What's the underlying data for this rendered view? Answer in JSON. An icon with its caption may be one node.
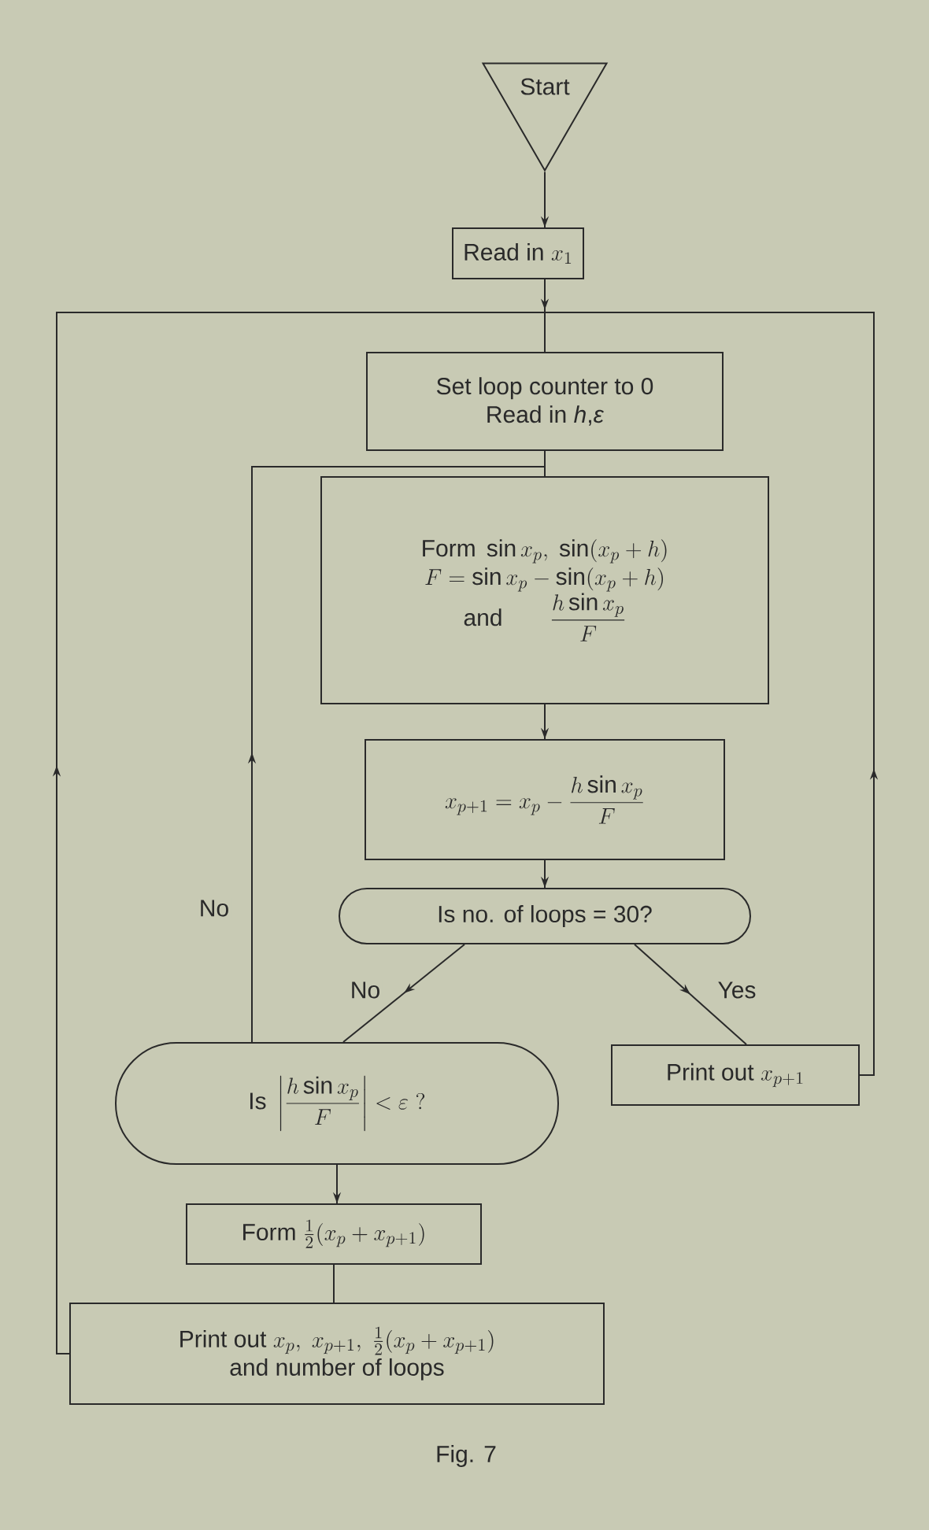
{
  "diagram": {
    "caption": "Fig. 7",
    "nodes": [
      {
        "text": [
          "Start"
        ]
      },
      {
        "text": [
          "\\text{Read in }x_1"
        ]
      },
      {
        "text": [
          "Set loop counter to 0",
          "Read in *h*,*ε*"
        ]
      },
      {
        "text": [
          "\\text{Form }\\sin x_p,\\ \\sin(x_p+h)",
          "F=\\sin x_p-\\sin(x_p+h)",
          "\\text{and}\\qquad\\dfrac{h\\sin x_p}{F}"
        ]
      },
      {
        "text": [
          "x_{p+1}=x_p-\\dfrac{h\\sin x_p}{F}"
        ]
      },
      {
        "text": [
          "Is no. of loops = 30?"
        ]
      },
      {
        "text": [
          "\\text{Is }\\left|\\dfrac{h\\sin x_p}{F}\\right|<\\varepsilon\\ ?"
        ]
      },
      {
        "text": [
          "\\text{Print out }x_{p+1}"
        ]
      },
      {
        "text": [
          "\\text{Form }\\tfrac{1}{2}(x_p+x_{p+1})"
        ]
      },
      {
        "text": [
          "\\text{Print out }x_p,\\ x_{p+1},\\ \\tfrac{1}{2}(x_p+x_{p+1})",
          "and number of loops"
        ]
      }
    ],
    "edges": [
      {
        "from": 0,
        "to": 1,
        "arrow": "to"
      },
      {
        "from": 1,
        "to": 2,
        "arrow": "to"
      },
      {
        "from": 2,
        "to": 3,
        "arrow": "none"
      },
      {
        "from": 3,
        "to": 4,
        "arrow": "to"
      },
      {
        "from": 4,
        "to": 5,
        "arrow": "to"
      },
      {
        "from": 5,
        "to": 6,
        "arrow": "to",
        "label": "No"
      },
      {
        "from": 5,
        "to": 7,
        "arrow": "to",
        "label": "Yes"
      },
      {
        "from": 6,
        "to": 8,
        "arrow": "to"
      },
      {
        "from": 8,
        "to": 9,
        "arrow": "none"
      },
      {
        "from": 6,
        "to": 3,
        "arrow": "to",
        "label": "No"
      },
      {
        "from": 9,
        "to": 2,
        "arrow": "to"
      },
      {
        "from": 7,
        "to": 2,
        "arrow": "to"
      }
    ]
  }
}
